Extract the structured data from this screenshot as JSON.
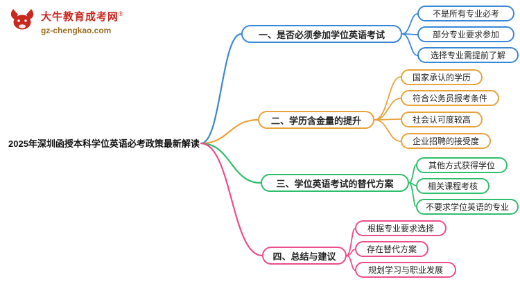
{
  "logo": {
    "site_name": "大牛教育成考网",
    "trademark": "®",
    "site_url": "gz-chengkao.com",
    "brand_color": "#C8281E",
    "url_color": "#9C6B1E"
  },
  "main_topic": "2025年深圳函授本科学位英语必考政策最新解读",
  "branches": [
    {
      "label": "一、是否必须参加学位英语考试",
      "color": "#3A87D6",
      "children": [
        "不是所有专业必考",
        "部分专业要求参加",
        "选择专业需提前了解"
      ]
    },
    {
      "label": "二、学历含金量的提升",
      "color": "#E9A23B",
      "children": [
        "国家承认的学历",
        "符合公务员报考条件",
        "社会认可度较高",
        "企业招聘的接受度"
      ]
    },
    {
      "label": "三、学位英语考试的替代方案",
      "color": "#2EBD6B",
      "children": [
        "其他方式获得学位",
        "相关课程考核",
        "不要求学位英语的专业"
      ]
    },
    {
      "label": "四、总结与建议",
      "color": "#EC4C8C",
      "children": [
        "根据专业要求选择",
        "存在替代方案",
        "规划学习与职业发展"
      ]
    }
  ]
}
